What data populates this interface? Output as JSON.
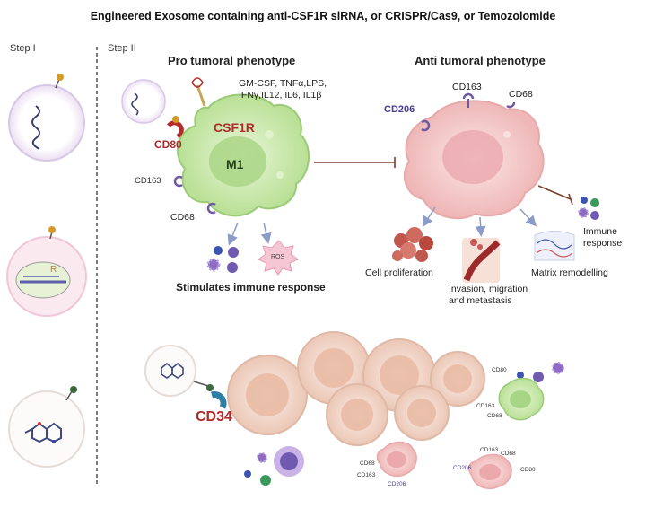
{
  "title": "Engineered Exosome containing anti-CSF1R siRNA, or CRISPR/Cas9, or Temozolomide",
  "steps": {
    "step1": "Step I",
    "step2": "Step II"
  },
  "pro": {
    "heading": "Pro tumoral phenotype",
    "cytokines_line1": "GM-CSF, TNFα,LPS,",
    "cytokines_line2": "IFNγ,IL12, IL6, IL1β",
    "receptor": "CSF1R",
    "cell": "M1",
    "cd80": "CD80",
    "cd163": "CD163",
    "cd68": "CD68",
    "ros": "ROS",
    "caption": "Stimulates immune response"
  },
  "anti": {
    "heading": "Anti tumoral phenotype",
    "cd163": "CD163",
    "cd68": "CD68",
    "cd206": "CD206",
    "outcomes": {
      "proliferation": "Cell proliferation",
      "invasion_line1": "Invasion, migration",
      "invasion_line2": "and metastasis",
      "matrix": "Matrix remodelling",
      "immune_line1": "Immune",
      "immune_line2": "response"
    }
  },
  "tumor": {
    "cd34": "CD34",
    "green_cd163": "CD163",
    "green_cd68": "CD68",
    "green_cd80": "CD80",
    "pink_left_cd68": "CD68",
    "pink_left_cd163": "CD163",
    "pink_left_cd206": "CD206",
    "pink_right_cd163": "CD163",
    "pink_right_cd68": "CD68",
    "pink_right_cd206": "CD206",
    "pink_right_cd80": "CD80"
  },
  "colors": {
    "exosome_membrane": "#e2d7ee",
    "m1_cell": "#c5e6a6",
    "anti_cell": "#f3c4c4",
    "tumor_cell": "#f1d3c6",
    "cd80_red": "#b32a2a",
    "cd206_purple": "#4a3f8f",
    "receptor_orange": "#d08a2a",
    "cd34_blue": "#2f7fa6"
  },
  "icons": [
    "exosome-icon",
    "sirna-icon",
    "crispr-cas9-icon",
    "temozolomide-molecule-icon",
    "m1-macrophage-icon",
    "m2-macrophage-icon",
    "tumor-cell-icon",
    "immune-cells-icon",
    "ros-burst-icon"
  ]
}
